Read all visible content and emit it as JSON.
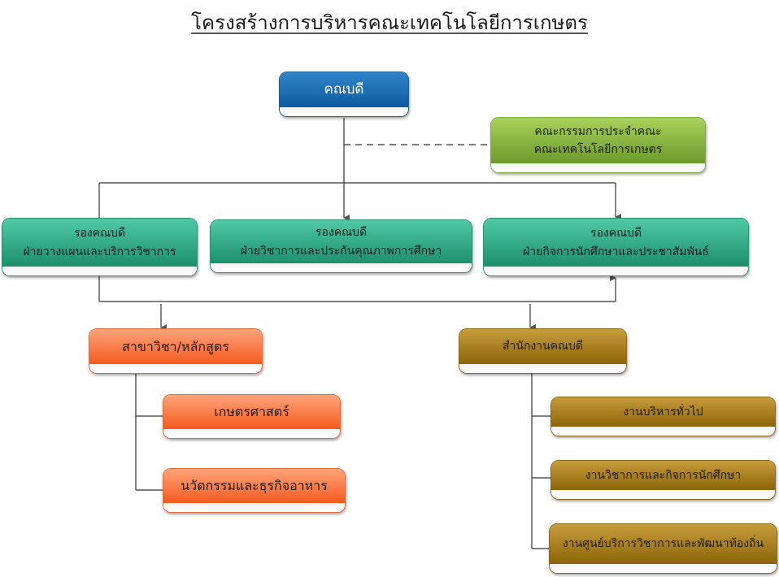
{
  "title": "โครงสร้างการบริหารคณะเทคโนโลยีการเกษตร",
  "nodes": {
    "dean": {
      "label": "คณบดี"
    },
    "committee": {
      "line1": "คณะกรรมการประจำคณะ",
      "line2": "คณะเทคโนโลยีการเกษตร"
    },
    "vp_planning": {
      "line1": "รองคณบดี",
      "line2": "ฝ่ายวางแผนและบริการวิชาการ"
    },
    "vp_academic": {
      "line1": "รองคณบดี",
      "line2": "ฝ่ายวิชาการและประกันคุณภาพการศึกษา"
    },
    "vp_student": {
      "line1": "รองคณบดี",
      "line2": "ฝ่ายกิจการนักศึกษาและประชาสัมพันธ์"
    },
    "programs": {
      "label": "สาขาวิชา/หลักสูตร"
    },
    "dean_office": {
      "label": "สำนักงานคณบดี"
    },
    "program_items": [
      {
        "label": "เกษตรศาสตร์"
      },
      {
        "label": "นวัตกรรมและธุรกิจอาหาร"
      }
    ],
    "office_items": [
      {
        "label": "งานบริหารทั่วไป"
      },
      {
        "label": "งานวิชาการและกิจการนักศึกษา"
      },
      {
        "label": "งานศูนย์บริการวิชาการและพัฒนาท้องถิ่น"
      }
    ]
  },
  "colors": {
    "dean": "#0d5aa0",
    "committee": "#6c9a2a",
    "vice_dean": "#1e8f6c",
    "programs": "#f45a1f",
    "office": "#8c6508"
  }
}
